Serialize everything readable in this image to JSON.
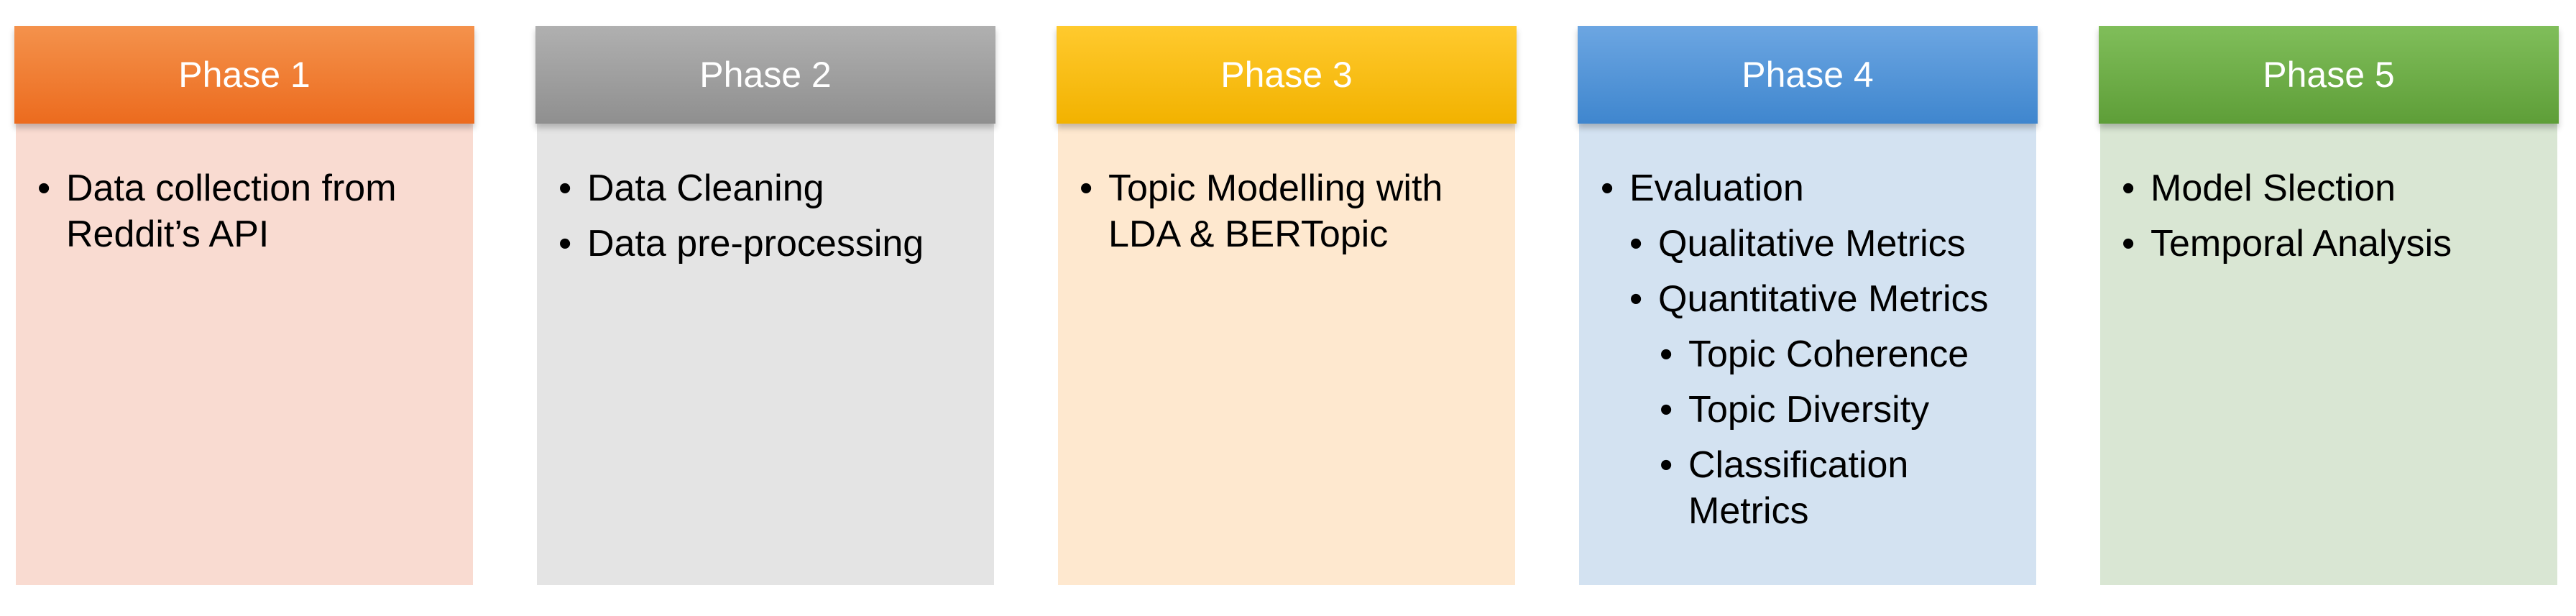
{
  "phases": [
    {
      "title": "Phase 1",
      "header_color_top": "#F4924C",
      "header_color_bottom": "#EC6B1E",
      "body_color": "#F9DBD1",
      "items": [
        {
          "text": "Data collection from Reddit’s API",
          "level": 0
        }
      ]
    },
    {
      "title": "Phase 2",
      "header_color_top": "#B0B0B0",
      "header_color_bottom": "#8F8F8F",
      "body_color": "#E4E4E4",
      "items": [
        {
          "text": "Data Cleaning",
          "level": 0
        },
        {
          "text": "Data pre-processing",
          "level": 0
        }
      ]
    },
    {
      "title": "Phase 3",
      "header_color_top": "#FFCA2E",
      "header_color_bottom": "#F2B200",
      "body_color": "#FEE8CF",
      "items": [
        {
          "text": "Topic Modelling with LDA & BERTopic",
          "level": 0
        }
      ]
    },
    {
      "title": "Phase 4",
      "header_color_top": "#6CA6E2",
      "header_color_bottom": "#3F86CE",
      "body_color": "#D3E2F1",
      "items": [
        {
          "text": "Evaluation",
          "level": 0
        },
        {
          "text": "Qualitative Metrics",
          "level": 1
        },
        {
          "text": "Quantitative Metrics",
          "level": 1
        },
        {
          "text": "Topic Coherence",
          "level": 2
        },
        {
          "text": "Topic Diversity",
          "level": 2
        },
        {
          "text": "Classification Metrics",
          "level": 2
        }
      ]
    },
    {
      "title": "Phase 5",
      "header_color_top": "#80BE5A",
      "header_color_bottom": "#5E9E38",
      "body_color": "#D9E6D3",
      "items": [
        {
          "text": "Model Slection",
          "level": 0
        },
        {
          "text": "Temporal Analysis",
          "level": 0
        }
      ]
    }
  ]
}
